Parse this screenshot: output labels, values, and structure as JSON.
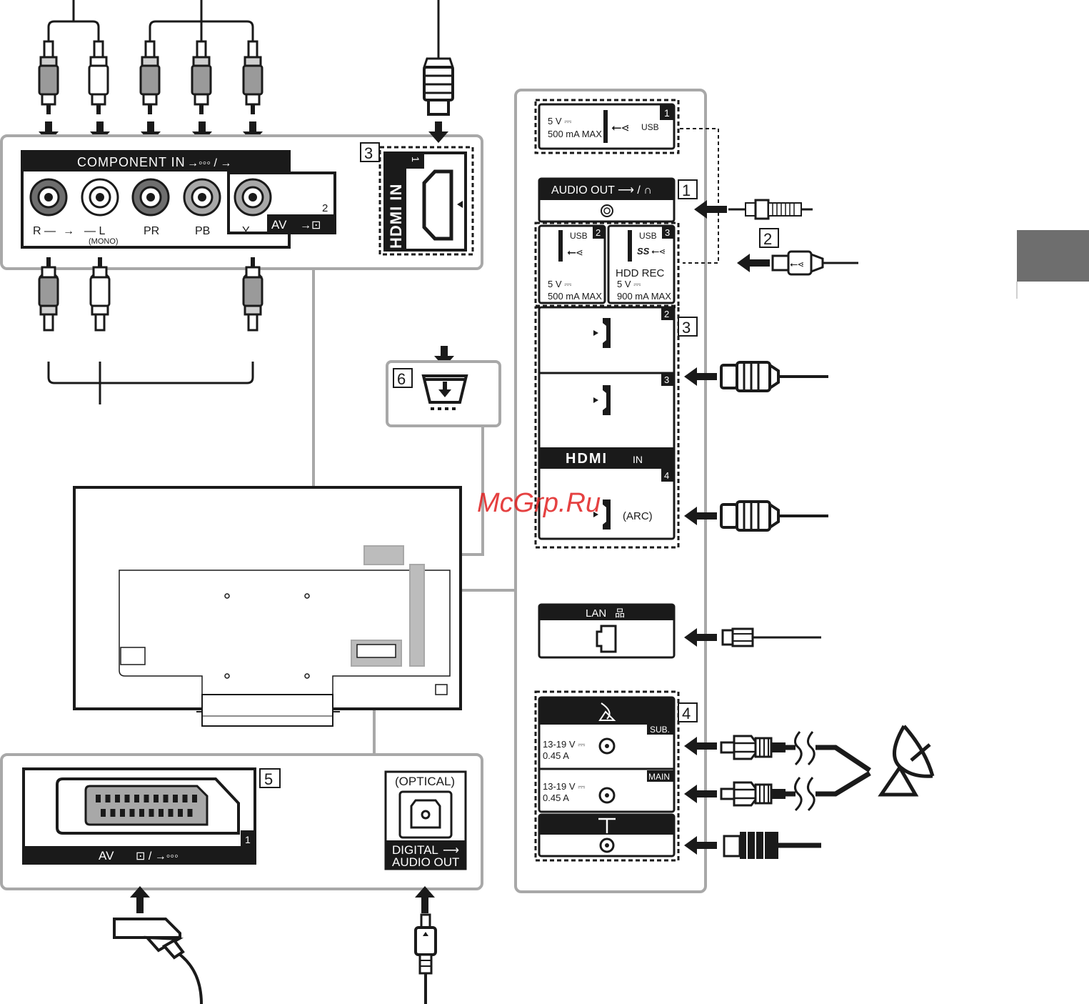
{
  "colors": {
    "ink": "#1a1a1a",
    "panel_gray": "#a8a8a8",
    "side_tab": "#6e6e6e",
    "watermark": "#e02020"
  },
  "component_panel": {
    "header": "COMPONENT IN",
    "header_icons": "→◦◦◦ / →",
    "labels": {
      "r": "R —",
      "l": "— L",
      "mono": "(MONO)",
      "pr": "PR",
      "pb": "PB",
      "y": "Y"
    },
    "av_label": "AV",
    "av_number": "2"
  },
  "hdmi_left": {
    "box_number": "3",
    "vertical_label": "HDMI IN",
    "port_number": "1"
  },
  "usb1": {
    "voltage": "5 V ⎓",
    "current": "500 mA MAX",
    "label": "USB",
    "number": "1"
  },
  "audio_out": {
    "label": "AUDIO OUT  ⟶ / ∩",
    "box_number": "1"
  },
  "usb2": {
    "label": "USB",
    "number": "2",
    "voltage": "5 V ⎓",
    "current": "500 mA MAX"
  },
  "usb3": {
    "label": "USB",
    "number": "3",
    "ss": "SS",
    "hdd": "HDD REC",
    "voltage": "5 V ⎓",
    "current": "900 mA MAX"
  },
  "usb_box_number": "2",
  "hdmi_right": {
    "box_number": "3",
    "port2": "2",
    "port3": "3",
    "port4": "4",
    "band_label": "HDMI",
    "band_suffix": "IN",
    "arc": "(ARC)"
  },
  "box6": {
    "number": "6"
  },
  "lan": {
    "label": "LAN"
  },
  "satellite": {
    "box_number": "4",
    "sub_label": "SUB.",
    "main_label": "MAIN",
    "sub_voltage": "13-19 V ⎓",
    "sub_current": "0.45 A",
    "main_voltage": "13-19 V ⎓",
    "main_current": "0.45 A"
  },
  "scart": {
    "box_number": "5",
    "port_number": "1",
    "label": "AV"
  },
  "optical": {
    "top": "(OPTICAL)",
    "line1": "DIGITAL",
    "line2": "AUDIO OUT"
  },
  "watermark": "McGrp.Ru"
}
